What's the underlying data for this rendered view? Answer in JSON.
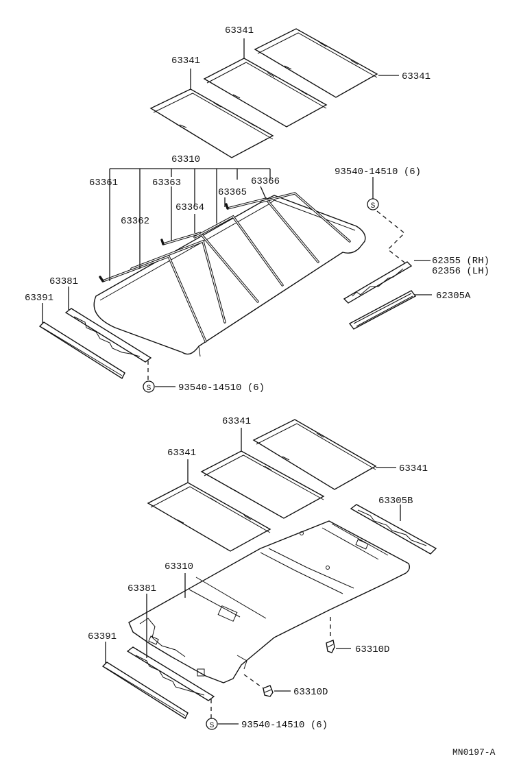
{
  "diagram_code": "MN0197-A",
  "top_assembly": {
    "callouts": [
      {
        "id": "t-63341-a",
        "text": "63341"
      },
      {
        "id": "t-63341-b",
        "text": "63341"
      },
      {
        "id": "t-63341-c",
        "text": "63341"
      },
      {
        "id": "t-63310",
        "text": "63310"
      },
      {
        "id": "t-63361",
        "text": "63361"
      },
      {
        "id": "t-63362",
        "text": "63362"
      },
      {
        "id": "t-63363",
        "text": "63363"
      },
      {
        "id": "t-63364",
        "text": "63364"
      },
      {
        "id": "t-63365",
        "text": "63365"
      },
      {
        "id": "t-63366",
        "text": "63366"
      },
      {
        "id": "t-93540-a",
        "text": "93540-14510 (6)"
      },
      {
        "id": "t-62355",
        "text": "62355 (RH)"
      },
      {
        "id": "t-62356",
        "text": "62356 (LH)"
      },
      {
        "id": "t-62305A",
        "text": "62305A"
      },
      {
        "id": "t-63381",
        "text": "63381"
      },
      {
        "id": "t-63391",
        "text": "63391"
      },
      {
        "id": "t-93540-b",
        "text": "93540-14510 (6)"
      }
    ]
  },
  "bottom_assembly": {
    "callouts": [
      {
        "id": "b-63341-a",
        "text": "63341"
      },
      {
        "id": "b-63341-b",
        "text": "63341"
      },
      {
        "id": "b-63341-c",
        "text": "63341"
      },
      {
        "id": "b-63305B",
        "text": "63305B"
      },
      {
        "id": "b-63310",
        "text": "63310"
      },
      {
        "id": "b-63381",
        "text": "63381"
      },
      {
        "id": "b-63391",
        "text": "63391"
      },
      {
        "id": "b-63310D-a",
        "text": "63310D"
      },
      {
        "id": "b-63310D-b",
        "text": "63310D"
      },
      {
        "id": "b-93540",
        "text": "93540-14510 (6)"
      }
    ]
  },
  "screw_symbol": "S"
}
